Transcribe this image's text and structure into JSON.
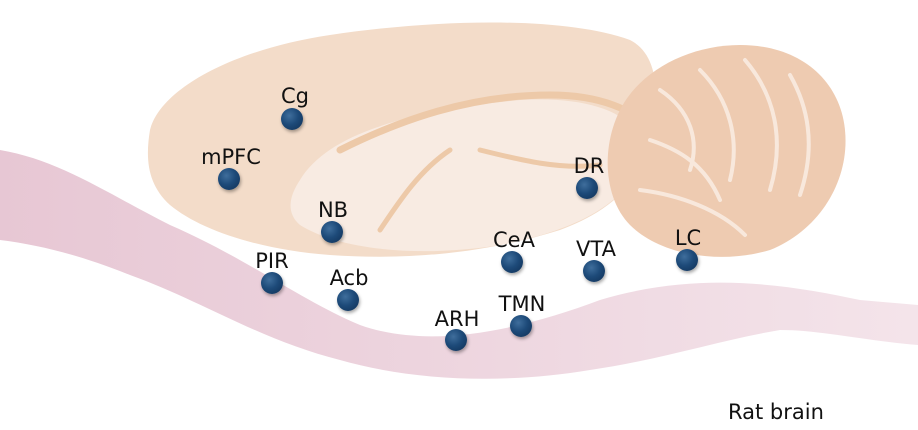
{
  "caption": "Rat brain",
  "colors": {
    "brain_fill": "#f6e6da",
    "cortex": "#f1d5bf",
    "cerebellum": "#ecc7ad",
    "brainstem": "#ead3dc",
    "marker": "#1d4a79"
  },
  "regions": [
    {
      "id": "cg",
      "label": "Cg"
    },
    {
      "id": "mpfc",
      "label": "mPFC"
    },
    {
      "id": "nb",
      "label": "NB"
    },
    {
      "id": "pir",
      "label": "PIR"
    },
    {
      "id": "acb",
      "label": "Acb"
    },
    {
      "id": "arh",
      "label": "ARH"
    },
    {
      "id": "tmn",
      "label": "TMN"
    },
    {
      "id": "cea",
      "label": "CeA"
    },
    {
      "id": "vta",
      "label": "VTA"
    },
    {
      "id": "dr",
      "label": "DR"
    },
    {
      "id": "lc",
      "label": "LC"
    }
  ]
}
